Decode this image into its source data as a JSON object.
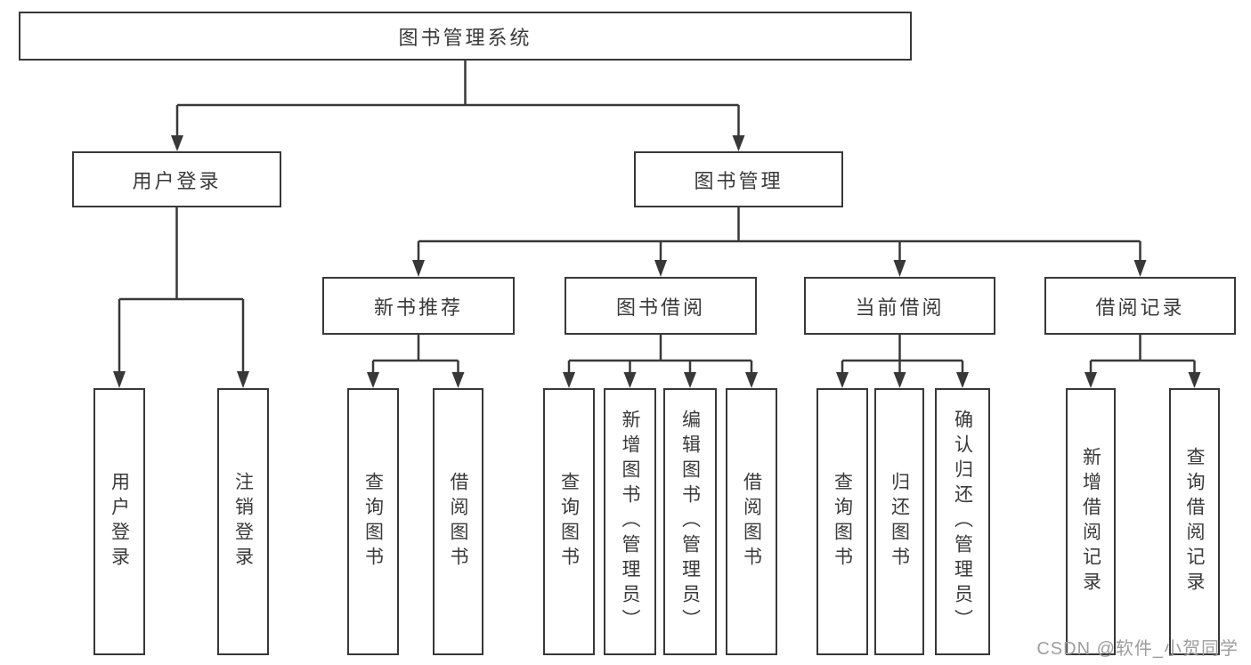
{
  "tree": {
    "label": "图书管理系统",
    "children": [
      {
        "label": "用户登录",
        "children": [
          {
            "label": "用户登录"
          },
          {
            "label": "注销登录"
          }
        ]
      },
      {
        "label": "图书管理",
        "children": [
          {
            "label": "新书推荐",
            "children": [
              {
                "label": "查询图书"
              },
              {
                "label": "借阅图书"
              }
            ]
          },
          {
            "label": "图书借阅",
            "children": [
              {
                "label": "查询图书"
              },
              {
                "label": "新增图书（管理员）"
              },
              {
                "label": "编辑图书（管理员）"
              },
              {
                "label": "借阅图书"
              }
            ]
          },
          {
            "label": "当前借阅",
            "children": [
              {
                "label": "查询图书"
              },
              {
                "label": "归还图书"
              },
              {
                "label": "确认归还（管理员）"
              }
            ]
          },
          {
            "label": "借阅记录",
            "children": [
              {
                "label": "新增借阅记录"
              },
              {
                "label": "查询借阅记录"
              }
            ]
          }
        ]
      }
    ]
  },
  "watermark": "CSDN @软件_小贺同学",
  "colors": {
    "line": "#383838",
    "text": "#3a3a3a",
    "watermark": "#9d9d9d",
    "background": "#ffffff"
  }
}
